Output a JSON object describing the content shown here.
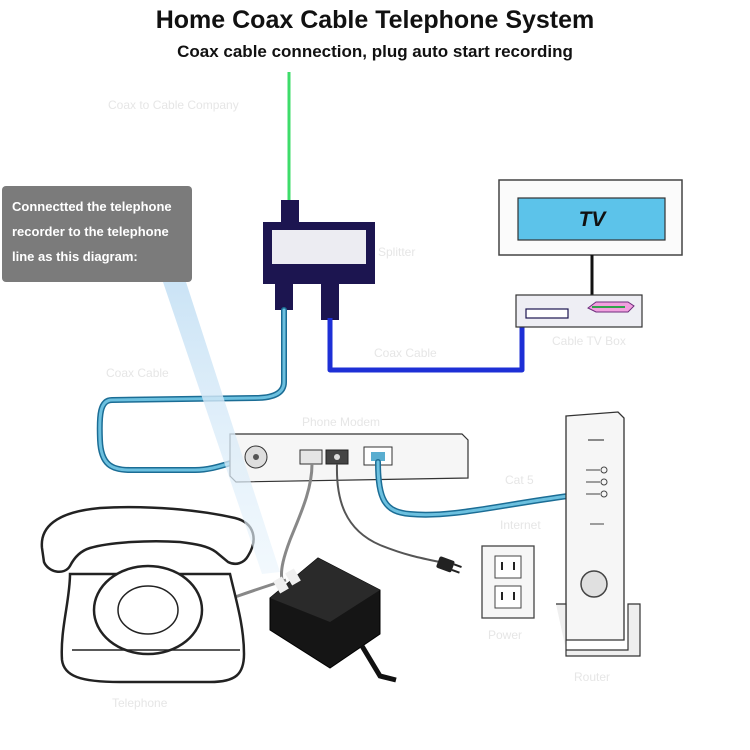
{
  "title": "Home Coax Cable Telephone System",
  "subtitle": "Coax cable connection, plug auto start recording",
  "callout": {
    "lines": [
      "Connectted the telephone",
      "recorder to the telephone",
      "line as this diagram:"
    ]
  },
  "labels": {
    "coax_to_company": "Coax to Cable Company",
    "splitter": "Splitter",
    "coax_cable_left": "Coax Cable",
    "coax_cable_right": "Coax Cable",
    "phone_modem": "Phone Modem",
    "cable_tv_box": "Cable TV Box",
    "tv": "TV",
    "cat5": "Cat 5",
    "internet": "Internet",
    "power": "Power",
    "router": "Router",
    "telephone": "Telephone"
  },
  "colors": {
    "green_cable": "#3ddc6a",
    "blue_cable": "#1d2fd6",
    "light_blue_cable": "#5aaed0",
    "tv_screen": "#5cc3ea",
    "callout_bg": "#7b7b7b"
  }
}
